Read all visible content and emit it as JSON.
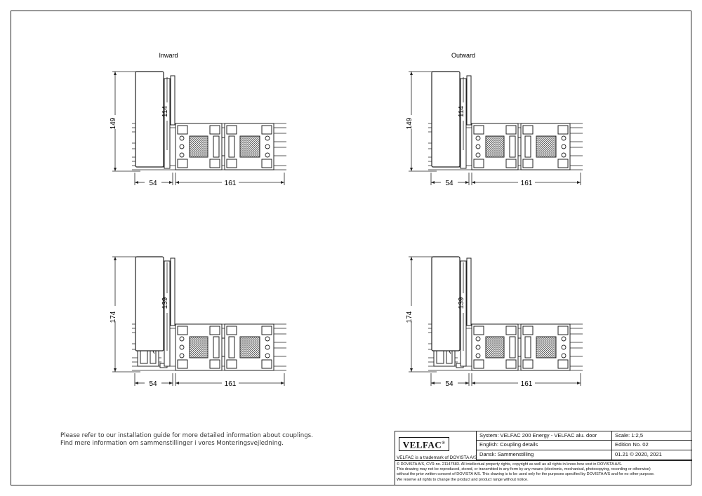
{
  "drawing": {
    "labels": {
      "inward": "Inward",
      "outward": "Outward"
    },
    "dimensions": {
      "top_overall": "149",
      "top_inner": "114",
      "bottom_overall": "174",
      "bottom_inner": "139",
      "frame_width": "54",
      "coupling_width": "161"
    }
  },
  "notes": [
    "Please refer to our installation guide for more detailed information about couplings.",
    "Find mere information om sammenstillinger i vores Monteringsvejledning."
  ],
  "title_block": {
    "logo": "VELFAC",
    "trademark": "VELFAC is a trademark of DOVISTA A/S",
    "system": "System:  VELFAC 200 Energy - VELFAC alu. door",
    "english": "English:  Coupling details",
    "dansk": "Dansk:   Sammenstilling",
    "scale": "Scale: 1:2,5",
    "edition": "Edition No. 02",
    "date": "01.21 © 2020, 2021",
    "copyright": [
      "© DOVISTA A/S, CVR-no. 21147583. All intellectual property rights, copyright as well as all rights in know-how vest in DOVISTA A/S.",
      "This drawing may not be reproduced, stored, or transmitted in any form by any means (electronic, mechanical, photocopying, recording or otherwise)",
      "without the prior written consent of DOVISTA A/S. This drawing is to be used only for the purposes specified by DOVISTA A/S and for no other purpose.",
      "We reserve all rights to change the product and product range without notice."
    ]
  },
  "colors": {
    "line": "#222222",
    "hatch": "#555555",
    "paper": "#ffffff"
  }
}
